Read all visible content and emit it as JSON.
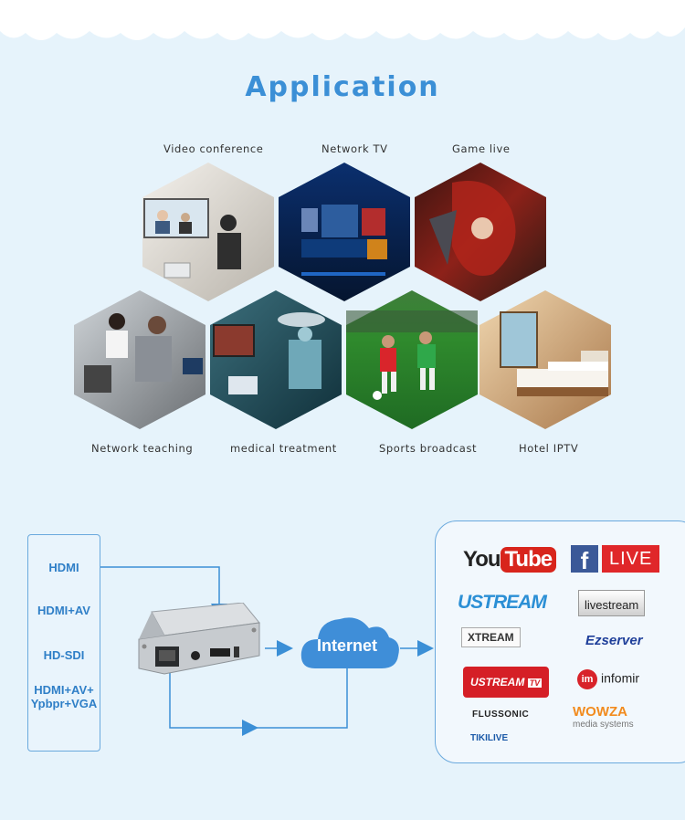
{
  "header": {
    "title": "Application"
  },
  "applications": [
    {
      "label": "Video conference"
    },
    {
      "label": "Network TV"
    },
    {
      "label": "Game live"
    },
    {
      "label": "Network teaching"
    },
    {
      "label": "medical treatment"
    },
    {
      "label": "Sports broadcast"
    },
    {
      "label": "Hotel IPTV"
    }
  ],
  "inputs": [
    {
      "label": "HDMI"
    },
    {
      "label": "HDMI+AV"
    },
    {
      "label": "HD-SDI"
    },
    {
      "label": "HDMI+AV+\nYpbpr+VGA"
    }
  ],
  "network": {
    "label": "Internet"
  },
  "platforms": {
    "youtube": {
      "you": "You",
      "tube": "Tube"
    },
    "facebook": {
      "f": "f",
      "live": "LIVE"
    },
    "ustream": "USTREAM",
    "livestream": "livestream",
    "xtream": "XTREAM",
    "ezserver": "Ezserver",
    "ustreamtv": "USTREAM",
    "ustreamtv_badge": "TV",
    "infomir": "infomir",
    "infomir_badge": "im",
    "flussonic": "FLUSSONIC",
    "wowza": {
      "name": "WOWZA",
      "sub": "media systems"
    },
    "tikilive": "TIKILIVE"
  },
  "colors": {
    "accent": "#3b8fd6",
    "background": "#e6f3fb",
    "border": "#6aa9dd"
  }
}
